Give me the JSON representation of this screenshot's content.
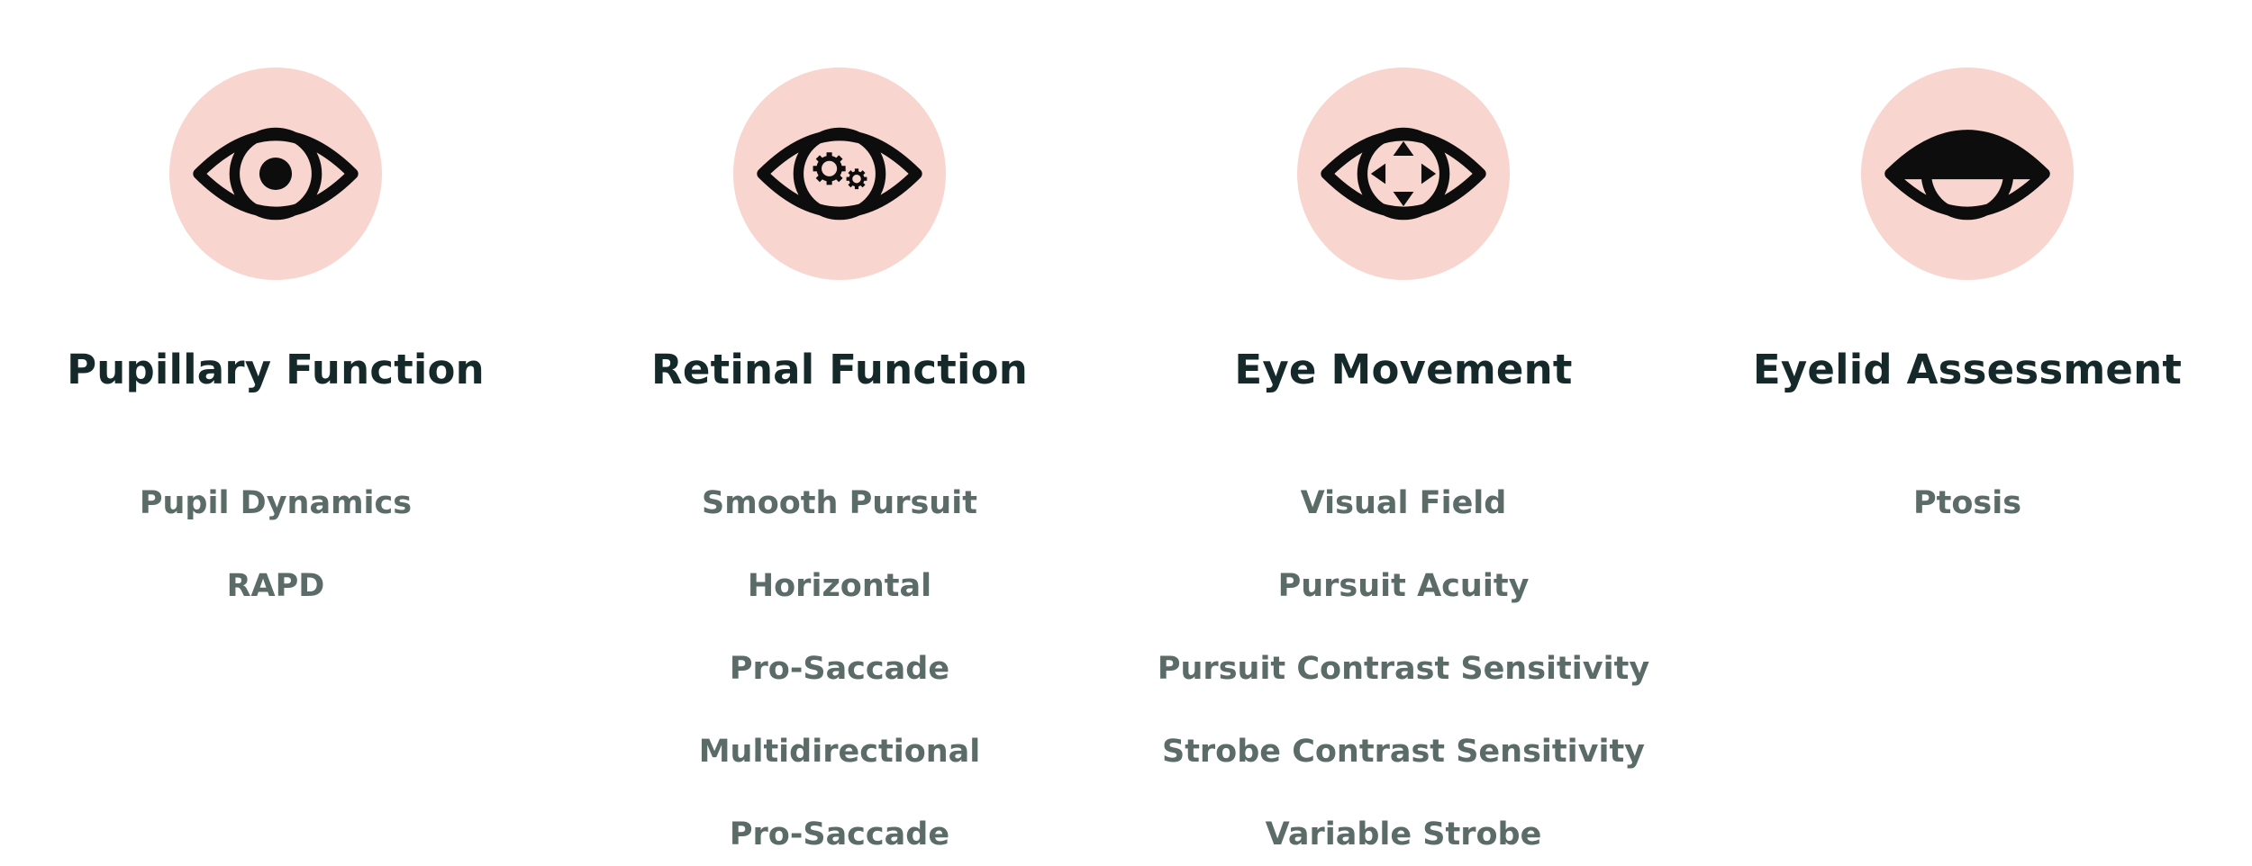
{
  "colors": {
    "badge_background": "#f8d6cf",
    "icon_fill": "#0d0d0d",
    "title_text": "#15292b",
    "item_text": "#5b6b68"
  },
  "categories": [
    {
      "icon": "eye-pupil-icon",
      "title": "Pupillary Function",
      "items": [
        "Pupil Dynamics",
        "RAPD"
      ]
    },
    {
      "icon": "eye-gears-icon",
      "title": "Retinal Function",
      "items": [
        "Smooth Pursuit",
        "Horizontal",
        "Pro-Saccade",
        "Multidirectional",
        "Pro-Saccade"
      ]
    },
    {
      "icon": "eye-arrows-icon",
      "title": "Eye Movement",
      "items": [
        "Visual Field",
        "Pursuit Acuity",
        "Pursuit Contrast Sensitivity",
        "Strobe Contrast Sensitivity",
        "Variable Strobe"
      ]
    },
    {
      "icon": "eye-drooping-lid-icon",
      "title": "Eyelid Assessment",
      "items": [
        "Ptosis"
      ]
    }
  ]
}
